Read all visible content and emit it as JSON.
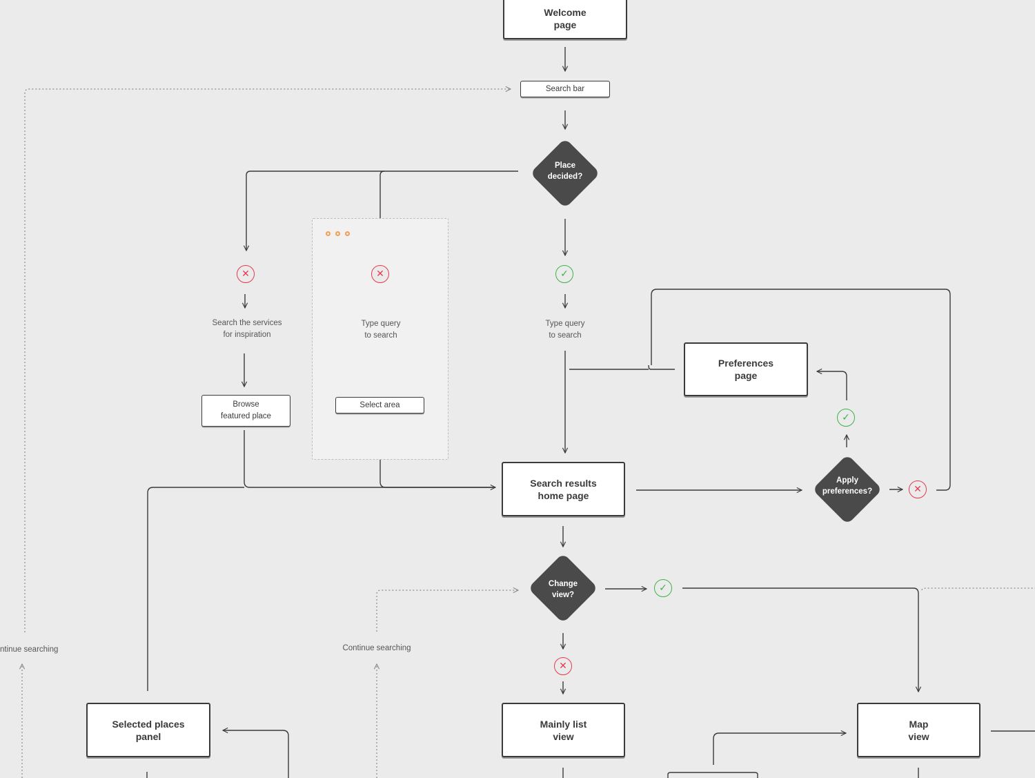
{
  "colors": {
    "background": "#ebebeb",
    "box_border": "#3a3a3a",
    "decision_fill": "#4a4a4a",
    "yes": "#3db24b",
    "no": "#e8384f",
    "panel_dots": "#f0a050"
  },
  "nodes": {
    "welcome": "Welcome\npage",
    "search_bar": "Search bar",
    "place_decided": "Place\ndecided?",
    "search_services": "Search the services\nfor inspiration",
    "browse_featured": "Browse\nfeatured place",
    "type_query_left": "Type query\nto search",
    "select_area": "Select area",
    "type_query_right": "Type query\nto search",
    "preferences": "Preferences\npage",
    "search_results": "Search results\nhome page",
    "apply_preferences": "Apply\npreferences?",
    "change_view": "Change\nview?",
    "continue_searching_left": "ntinue searching",
    "continue_searching_mid": "Continue searching",
    "selected_places": "Selected places\npanel",
    "list_view": "Mainly list\nview",
    "map_view": "Map\nview"
  },
  "icons": {
    "yes": "check-icon",
    "no": "cross-icon",
    "yes_glyph": "✓",
    "no_glyph": "✕"
  }
}
